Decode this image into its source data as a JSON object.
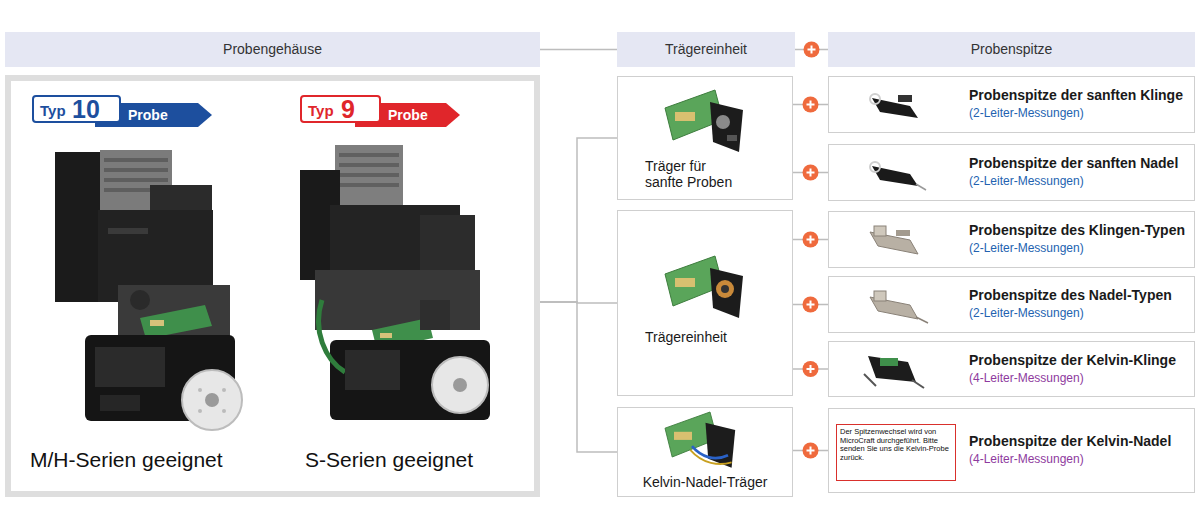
{
  "diagram": {
    "nodes": [
      {
        "text": [
          "Probengehäuse"
        ]
      },
      {
        "text": [
          "Trägereinheit"
        ]
      },
      {
        "text": [
          "Probenspitze"
        ]
      },
      {
        "text": [
          "M/H-Serien geeignet",
          "S-Serien geeignet"
        ]
      },
      {
        "text": [
          "Typ",
          "10",
          "Probe"
        ],
        "in": 3
      },
      {
        "text": [
          "Typ",
          "9",
          "Probe"
        ],
        "in": 3
      },
      {
        "text": [
          "Träger für sanfte Proben"
        ]
      },
      {
        "text": [
          "Trägereinheit"
        ]
      },
      {
        "text": [
          "Kelvin-Nadel-Träger"
        ]
      },
      {
        "text": [
          "Probenspitze der sanften Klinge",
          "(2-Leiter-Messungen)"
        ]
      },
      {
        "text": [
          "Probenspitze der sanften Nadel",
          "(2-Leiter-Messungen)"
        ]
      },
      {
        "text": [
          "Probenspitze des Klingen-Typen",
          "(2-Leiter-Messungen)"
        ]
      },
      {
        "text": [
          "Probenspitze des Nadel-Typen",
          "(2-Leiter-Messungen)"
        ]
      },
      {
        "text": [
          "Probenspitze der Kelvin-Klinge",
          "(4-Leiter-Messungen)"
        ]
      },
      {
        "text": [
          "Probenspitze der Kelvin-Nadel",
          "(4-Leiter-Messungen)"
        ]
      },
      {
        "text": [
          "Der Spitzenwechsel wird von MicroCraft durchgeführt. Bitte senden Sie uns die Kelvin-Probe zurück."
        ],
        "in": 14
      }
    ],
    "edges": [
      {
        "from": 0,
        "to": 1,
        "arrow": "none"
      },
      {
        "from": 1,
        "to": 2,
        "arrow": "none"
      },
      {
        "from": 3,
        "to": 6,
        "arrow": "none"
      },
      {
        "from": 3,
        "to": 7,
        "arrow": "none"
      },
      {
        "from": 3,
        "to": 8,
        "arrow": "none"
      },
      {
        "from": 6,
        "to": 9,
        "arrow": "none"
      },
      {
        "from": 6,
        "to": 10,
        "arrow": "none"
      },
      {
        "from": 7,
        "to": 11,
        "arrow": "none"
      },
      {
        "from": 7,
        "to": 12,
        "arrow": "none"
      },
      {
        "from": 7,
        "to": 13,
        "arrow": "none"
      },
      {
        "from": 8,
        "to": 14,
        "arrow": "none"
      }
    ]
  }
}
